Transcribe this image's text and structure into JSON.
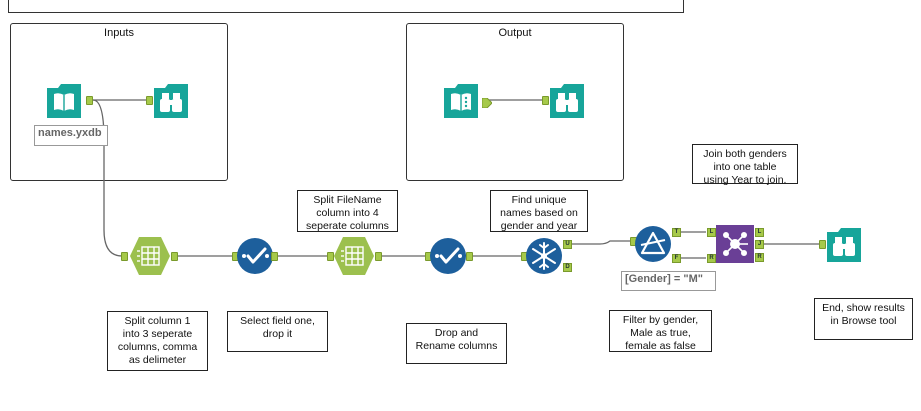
{
  "containers": {
    "inputs": {
      "title": "Inputs"
    },
    "output": {
      "title": "Output"
    }
  },
  "labels": {
    "input_file": "names.yxdb",
    "filter_expr": "[Gender] = \"M\""
  },
  "annotations": {
    "split_filename": "Split FileName\ncolumn into 4\nseperate columns",
    "find_unique": "Find unique\nnames based on\ngender and year",
    "join_genders": "Join both genders\ninto one table\nusing Year to join.",
    "split_col1": "Split column 1\ninto 3 seperate\ncolumns, comma\nas delimeter",
    "select_field": "Select field one,\ndrop it",
    "drop_rename": "Drop and\nRename columns",
    "filter_gender": "Filter by gender,\nMale as true,\nfemale as false",
    "end_browse": "End, show results\nin Browse tool"
  },
  "anchors": {
    "unique_u": "U",
    "unique_d": "D",
    "filter_t": "T",
    "filter_f": "F",
    "join_l_in": "L",
    "join_r_in": "R",
    "join_l_out": "L",
    "join_j_out": "J",
    "join_r_out": "R"
  },
  "colors": {
    "teal": "#17a59a",
    "green": "#9cc04e",
    "navy": "#1d5f9c",
    "purple": "#6a3f96",
    "wire": "#666666"
  },
  "icons": [
    "input-data-icon",
    "browse-icon",
    "output-data-icon",
    "text-to-columns-icon",
    "select-icon",
    "unique-icon",
    "filter-icon",
    "join-icon"
  ]
}
